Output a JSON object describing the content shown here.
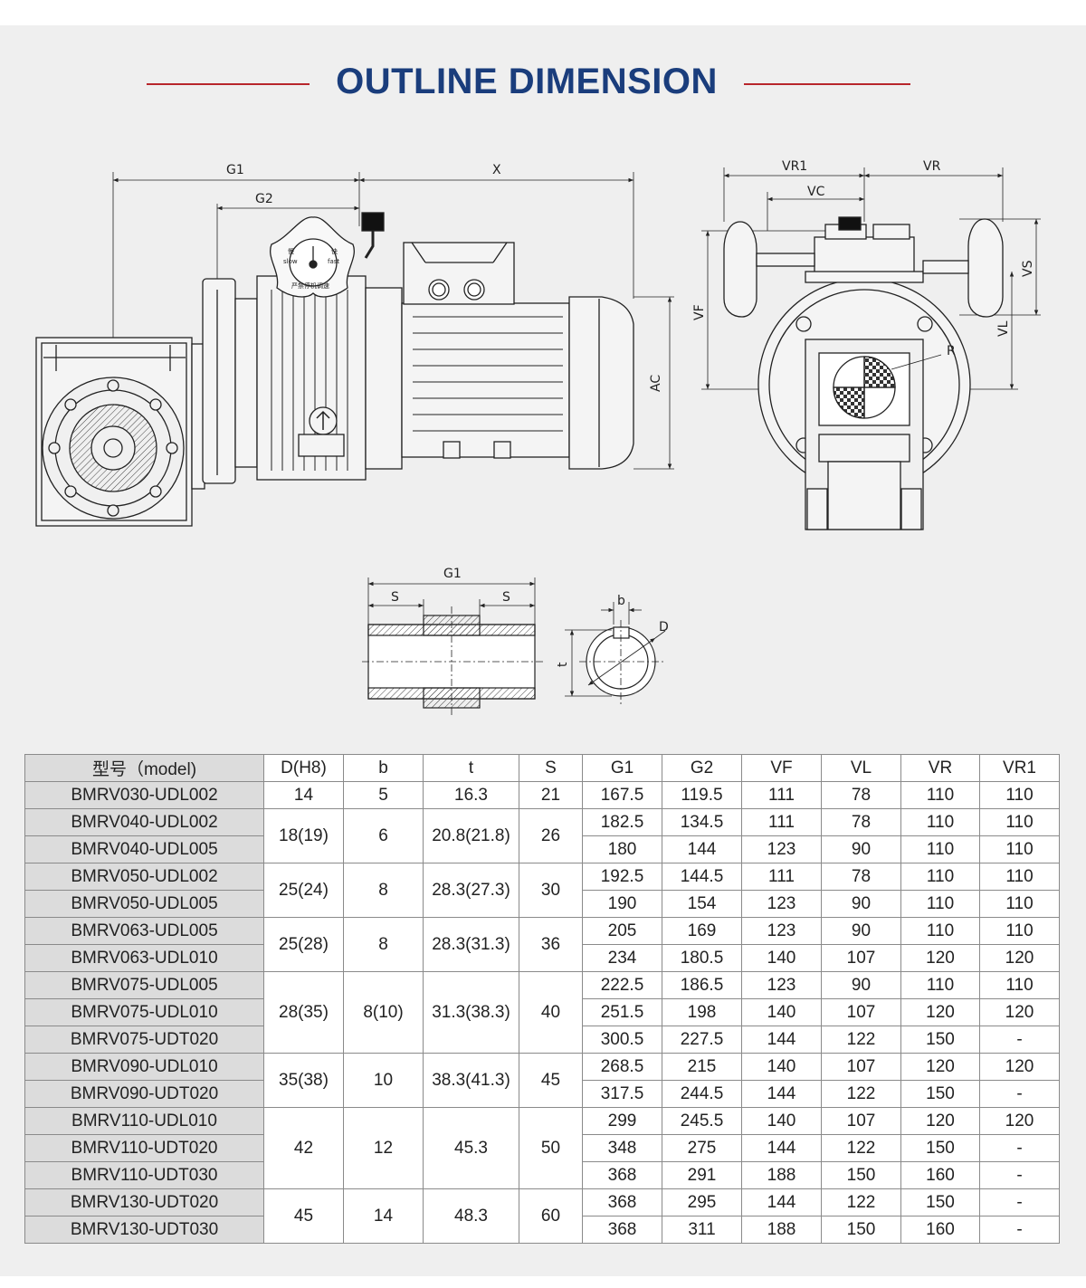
{
  "title": "OUTLINE DIMENSION",
  "labels": {
    "G1": "G1",
    "G2": "G2",
    "X": "X",
    "AC": "AC",
    "VR1": "VR1",
    "VR": "VR",
    "VC": "VC",
    "VF": "VF",
    "VS": "VS",
    "VL": "VL",
    "R": "R",
    "S": "S",
    "b": "b",
    "D": "D",
    "t": "t"
  },
  "knob_text": [
    "慢",
    "快",
    "slow",
    "fast",
    "严禁停机调速"
  ],
  "table": {
    "headers": [
      "型号（model)",
      "D(H8)",
      "b",
      "t",
      "S",
      "G1",
      "G2",
      "VF",
      "VL",
      "VR",
      "VR1"
    ],
    "models": [
      "BMRV030-UDL002",
      "BMRV040-UDL002",
      "BMRV040-UDL005",
      "BMRV050-UDL002",
      "BMRV050-UDL005",
      "BMRV063-UDL005",
      "BMRV063-UDL010",
      "BMRV075-UDL005",
      "BMRV075-UDL010",
      "BMRV075-UDT020",
      "BMRV090-UDL010",
      "BMRV090-UDT020",
      "BMRV110-UDL010",
      "BMRV110-UDT020",
      "BMRV110-UDT030",
      "BMRV130-UDT020",
      "BMRV130-UDT030"
    ],
    "groups": [
      {
        "D": "14",
        "b": "5",
        "t": "16.3",
        "S": "21"
      },
      {
        "D": "18(19)",
        "b": "6",
        "t": "20.8(21.8)",
        "S": "26"
      },
      {
        "D": "25(24)",
        "b": "8",
        "t": "28.3(27.3)",
        "S": "30"
      },
      {
        "D": "25(28)",
        "b": "8",
        "t": "28.3(31.3)",
        "S": "36"
      },
      {
        "D": "28(35)",
        "b": "8(10)",
        "t": "31.3(38.3)",
        "S": "40"
      },
      {
        "D": "35(38)",
        "b": "10",
        "t": "38.3(41.3)",
        "S": "45"
      },
      {
        "D": "42",
        "b": "12",
        "t": "45.3",
        "S": "50"
      },
      {
        "D": "45",
        "b": "14",
        "t": "48.3",
        "S": "60"
      }
    ],
    "rows": [
      [
        "167.5",
        "119.5",
        "111",
        "78",
        "110",
        "110"
      ],
      [
        "182.5",
        "134.5",
        "111",
        "78",
        "110",
        "110"
      ],
      [
        "180",
        "144",
        "123",
        "90",
        "110",
        "110"
      ],
      [
        "192.5",
        "144.5",
        "111",
        "78",
        "110",
        "110"
      ],
      [
        "190",
        "154",
        "123",
        "90",
        "110",
        "110"
      ],
      [
        "205",
        "169",
        "123",
        "90",
        "110",
        "110"
      ],
      [
        "234",
        "180.5",
        "140",
        "107",
        "120",
        "120"
      ],
      [
        "222.5",
        "186.5",
        "123",
        "90",
        "110",
        "110"
      ],
      [
        "251.5",
        "198",
        "140",
        "107",
        "120",
        "120"
      ],
      [
        "300.5",
        "227.5",
        "144",
        "122",
        "150",
        "-"
      ],
      [
        "268.5",
        "215",
        "140",
        "107",
        "120",
        "120"
      ],
      [
        "317.5",
        "244.5",
        "144",
        "122",
        "150",
        "-"
      ],
      [
        "299",
        "245.5",
        "140",
        "107",
        "120",
        "120"
      ],
      [
        "348",
        "275",
        "144",
        "122",
        "150",
        "-"
      ],
      [
        "368",
        "291",
        "188",
        "150",
        "160",
        "-"
      ],
      [
        "368",
        "295",
        "144",
        "122",
        "150",
        "-"
      ],
      [
        "368",
        "311",
        "188",
        "150",
        "160",
        "-"
      ]
    ]
  }
}
